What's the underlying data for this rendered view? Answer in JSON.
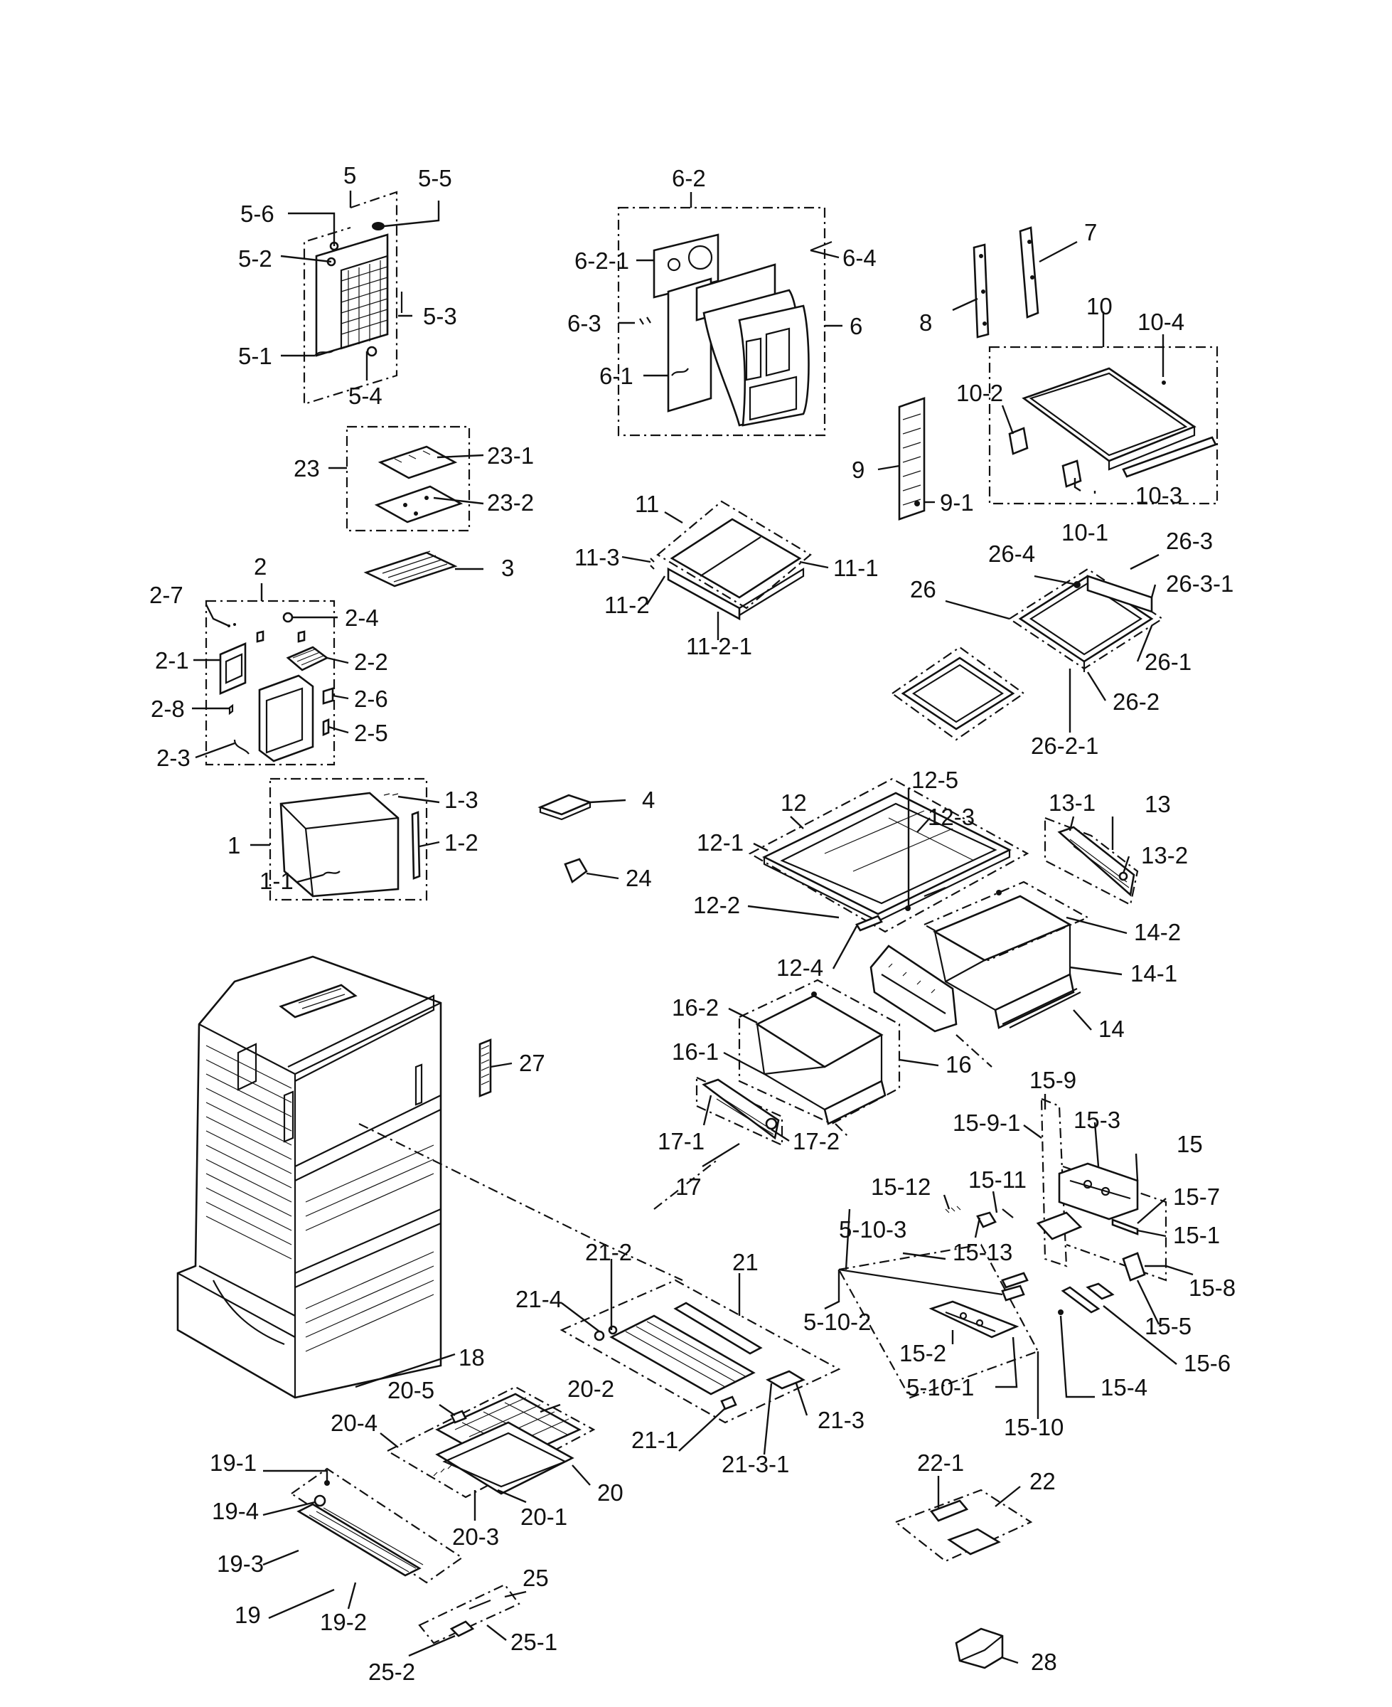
{
  "diagram": {
    "type": "exploded parts diagram",
    "labels": [
      {
        "id": "5",
        "text": "5"
      },
      {
        "id": "5-5",
        "text": "5-5"
      },
      {
        "id": "5-6",
        "text": "5-6"
      },
      {
        "id": "5-2",
        "text": "5-2"
      },
      {
        "id": "5-3",
        "text": "5-3"
      },
      {
        "id": "5-1",
        "text": "5-1"
      },
      {
        "id": "5-4",
        "text": "5-4"
      },
      {
        "id": "6-2",
        "text": "6-2"
      },
      {
        "id": "6-2-1",
        "text": "6-2-1"
      },
      {
        "id": "6-4",
        "text": "6-4"
      },
      {
        "id": "6-3",
        "text": "6-3"
      },
      {
        "id": "6",
        "text": "6"
      },
      {
        "id": "6-1",
        "text": "6-1"
      },
      {
        "id": "7",
        "text": "7"
      },
      {
        "id": "8",
        "text": "8"
      },
      {
        "id": "10",
        "text": "10"
      },
      {
        "id": "10-4",
        "text": "10-4"
      },
      {
        "id": "10-2",
        "text": "10-2"
      },
      {
        "id": "9",
        "text": "9"
      },
      {
        "id": "9-1",
        "text": "9-1"
      },
      {
        "id": "10-3",
        "text": "10-3"
      },
      {
        "id": "10-1",
        "text": "10-1"
      },
      {
        "id": "23",
        "text": "23"
      },
      {
        "id": "23-1",
        "text": "23-1"
      },
      {
        "id": "23-2",
        "text": "23-2"
      },
      {
        "id": "3",
        "text": "3"
      },
      {
        "id": "11",
        "text": "11"
      },
      {
        "id": "11-3",
        "text": "11-3"
      },
      {
        "id": "11-1",
        "text": "11-1"
      },
      {
        "id": "11-2",
        "text": "11-2"
      },
      {
        "id": "11-2-1",
        "text": "11-2-1"
      },
      {
        "id": "26-4",
        "text": "26-4"
      },
      {
        "id": "26-3",
        "text": "26-3"
      },
      {
        "id": "26-3-1",
        "text": "26-3-1"
      },
      {
        "id": "26",
        "text": "26"
      },
      {
        "id": "26-1",
        "text": "26-1"
      },
      {
        "id": "26-2",
        "text": "26-2"
      },
      {
        "id": "26-2-1",
        "text": "26-2-1"
      },
      {
        "id": "2",
        "text": "2"
      },
      {
        "id": "2-7",
        "text": "2-7"
      },
      {
        "id": "2-4",
        "text": "2-4"
      },
      {
        "id": "2-1",
        "text": "2-1"
      },
      {
        "id": "2-2",
        "text": "2-2"
      },
      {
        "id": "2-6",
        "text": "2-6"
      },
      {
        "id": "2-8",
        "text": "2-8"
      },
      {
        "id": "2-5",
        "text": "2-5"
      },
      {
        "id": "2-3",
        "text": "2-3"
      },
      {
        "id": "1-3",
        "text": "1-3"
      },
      {
        "id": "1-2",
        "text": "1-2"
      },
      {
        "id": "1",
        "text": "1"
      },
      {
        "id": "1-1",
        "text": "1-1"
      },
      {
        "id": "4",
        "text": "4"
      },
      {
        "id": "24",
        "text": "24"
      },
      {
        "id": "12-5",
        "text": "12-5"
      },
      {
        "id": "12",
        "text": "12"
      },
      {
        "id": "12-3",
        "text": "12-3"
      },
      {
        "id": "12-1",
        "text": "12-1"
      },
      {
        "id": "12-2",
        "text": "12-2"
      },
      {
        "id": "12-4",
        "text": "12-4"
      },
      {
        "id": "13-1",
        "text": "13-1"
      },
      {
        "id": "13",
        "text": "13"
      },
      {
        "id": "13-2",
        "text": "13-2"
      },
      {
        "id": "14-2",
        "text": "14-2"
      },
      {
        "id": "14-1",
        "text": "14-1"
      },
      {
        "id": "14",
        "text": "14"
      },
      {
        "id": "16-2",
        "text": "16-2"
      },
      {
        "id": "16-1",
        "text": "16-1"
      },
      {
        "id": "16",
        "text": "16"
      },
      {
        "id": "27",
        "text": "27"
      },
      {
        "id": "17-1",
        "text": "17-1"
      },
      {
        "id": "17-2",
        "text": "17-2"
      },
      {
        "id": "17",
        "text": "17"
      },
      {
        "id": "15-9",
        "text": "15-9"
      },
      {
        "id": "15-9-1",
        "text": "15-9-1"
      },
      {
        "id": "15-3",
        "text": "15-3"
      },
      {
        "id": "15",
        "text": "15"
      },
      {
        "id": "15-12",
        "text": "15-12"
      },
      {
        "id": "15-11",
        "text": "15-11"
      },
      {
        "id": "15-7",
        "text": "15-7"
      },
      {
        "id": "5-10-3",
        "text": "5-10-3"
      },
      {
        "id": "15-1",
        "text": "15-1"
      },
      {
        "id": "15-13",
        "text": "15-13"
      },
      {
        "id": "21-2",
        "text": "21-2"
      },
      {
        "id": "21",
        "text": "21"
      },
      {
        "id": "15-8",
        "text": "15-8"
      },
      {
        "id": "21-4",
        "text": "21-4"
      },
      {
        "id": "5-10-2",
        "text": "5-10-2"
      },
      {
        "id": "15-5",
        "text": "15-5"
      },
      {
        "id": "15-2",
        "text": "15-2"
      },
      {
        "id": "15-6",
        "text": "15-6"
      },
      {
        "id": "18",
        "text": "18"
      },
      {
        "id": "5-10-1",
        "text": "5-10-1"
      },
      {
        "id": "15-4",
        "text": "15-4"
      },
      {
        "id": "20-5",
        "text": "20-5"
      },
      {
        "id": "20-2",
        "text": "20-2"
      },
      {
        "id": "21-3",
        "text": "21-3"
      },
      {
        "id": "15-10",
        "text": "15-10"
      },
      {
        "id": "20-4",
        "text": "20-4"
      },
      {
        "id": "21-1",
        "text": "21-1"
      },
      {
        "id": "21-3-1",
        "text": "21-3-1"
      },
      {
        "id": "19-1",
        "text": "19-1"
      },
      {
        "id": "22-1",
        "text": "22-1"
      },
      {
        "id": "22",
        "text": "22"
      },
      {
        "id": "20",
        "text": "20"
      },
      {
        "id": "19-4",
        "text": "19-4"
      },
      {
        "id": "20-1",
        "text": "20-1"
      },
      {
        "id": "20-3",
        "text": "20-3"
      },
      {
        "id": "19-3",
        "text": "19-3"
      },
      {
        "id": "25",
        "text": "25"
      },
      {
        "id": "19",
        "text": "19"
      },
      {
        "id": "19-2",
        "text": "19-2"
      },
      {
        "id": "25-1",
        "text": "25-1"
      },
      {
        "id": "28",
        "text": "28"
      },
      {
        "id": "25-2",
        "text": "25-2"
      }
    ]
  }
}
